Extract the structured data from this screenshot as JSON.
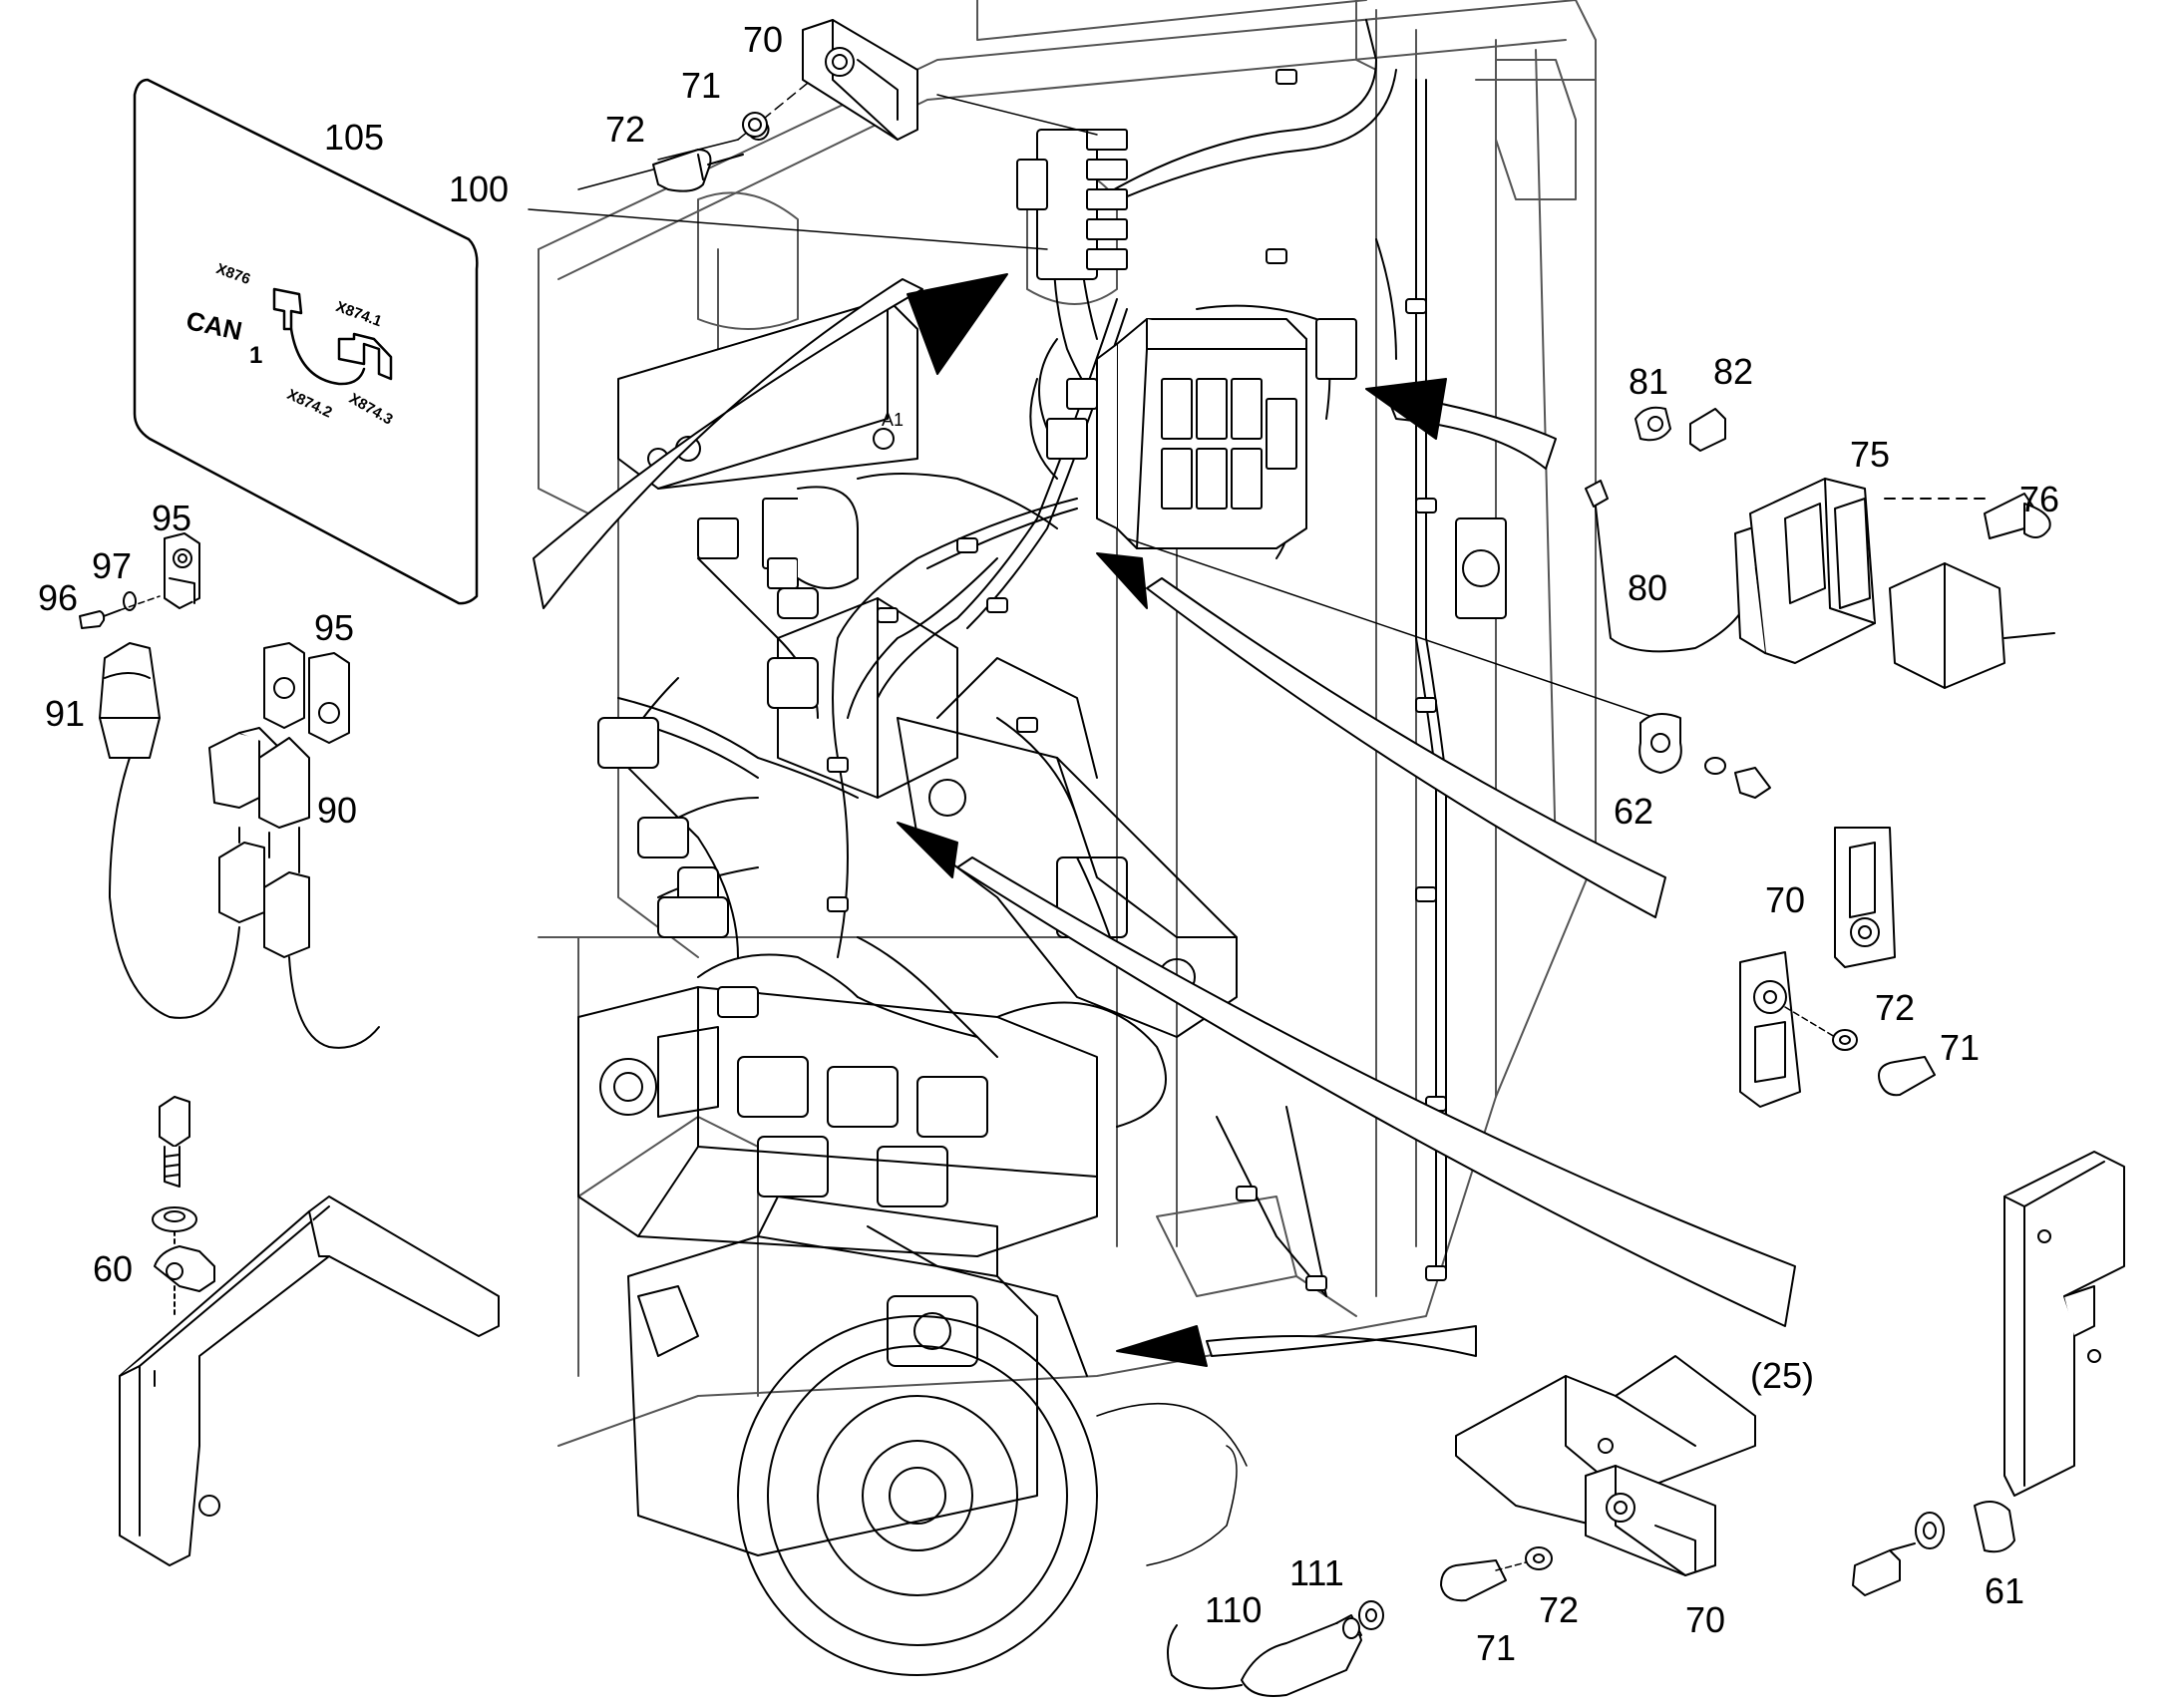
{
  "colors": {
    "line": "#000000",
    "fill": "#ffffff",
    "light": "#777777"
  },
  "callouts": {
    "c25": "(25)",
    "c60": "60",
    "c61": "61",
    "c62": "62",
    "c70a": "70",
    "c70b": "70",
    "c70c": "70",
    "c71a": "71",
    "c71b": "71",
    "c71c": "71",
    "c72a": "72",
    "c72b": "72",
    "c72c": "72",
    "c75": "75",
    "c76": "76",
    "c80": "80",
    "c81": "81",
    "c82": "82",
    "c90": "90",
    "c91": "91",
    "c95a": "95",
    "c95b": "95",
    "c96": "96",
    "c97": "97",
    "c100": "100",
    "c105": "105",
    "c110": "110",
    "c111": "111"
  },
  "plate": {
    "can": "CAN",
    "one": "1",
    "x876": "X876",
    "x874_1": "X874.1",
    "x874_2": "X874.2",
    "x874_3": "X874.3"
  },
  "module_label": "A1"
}
